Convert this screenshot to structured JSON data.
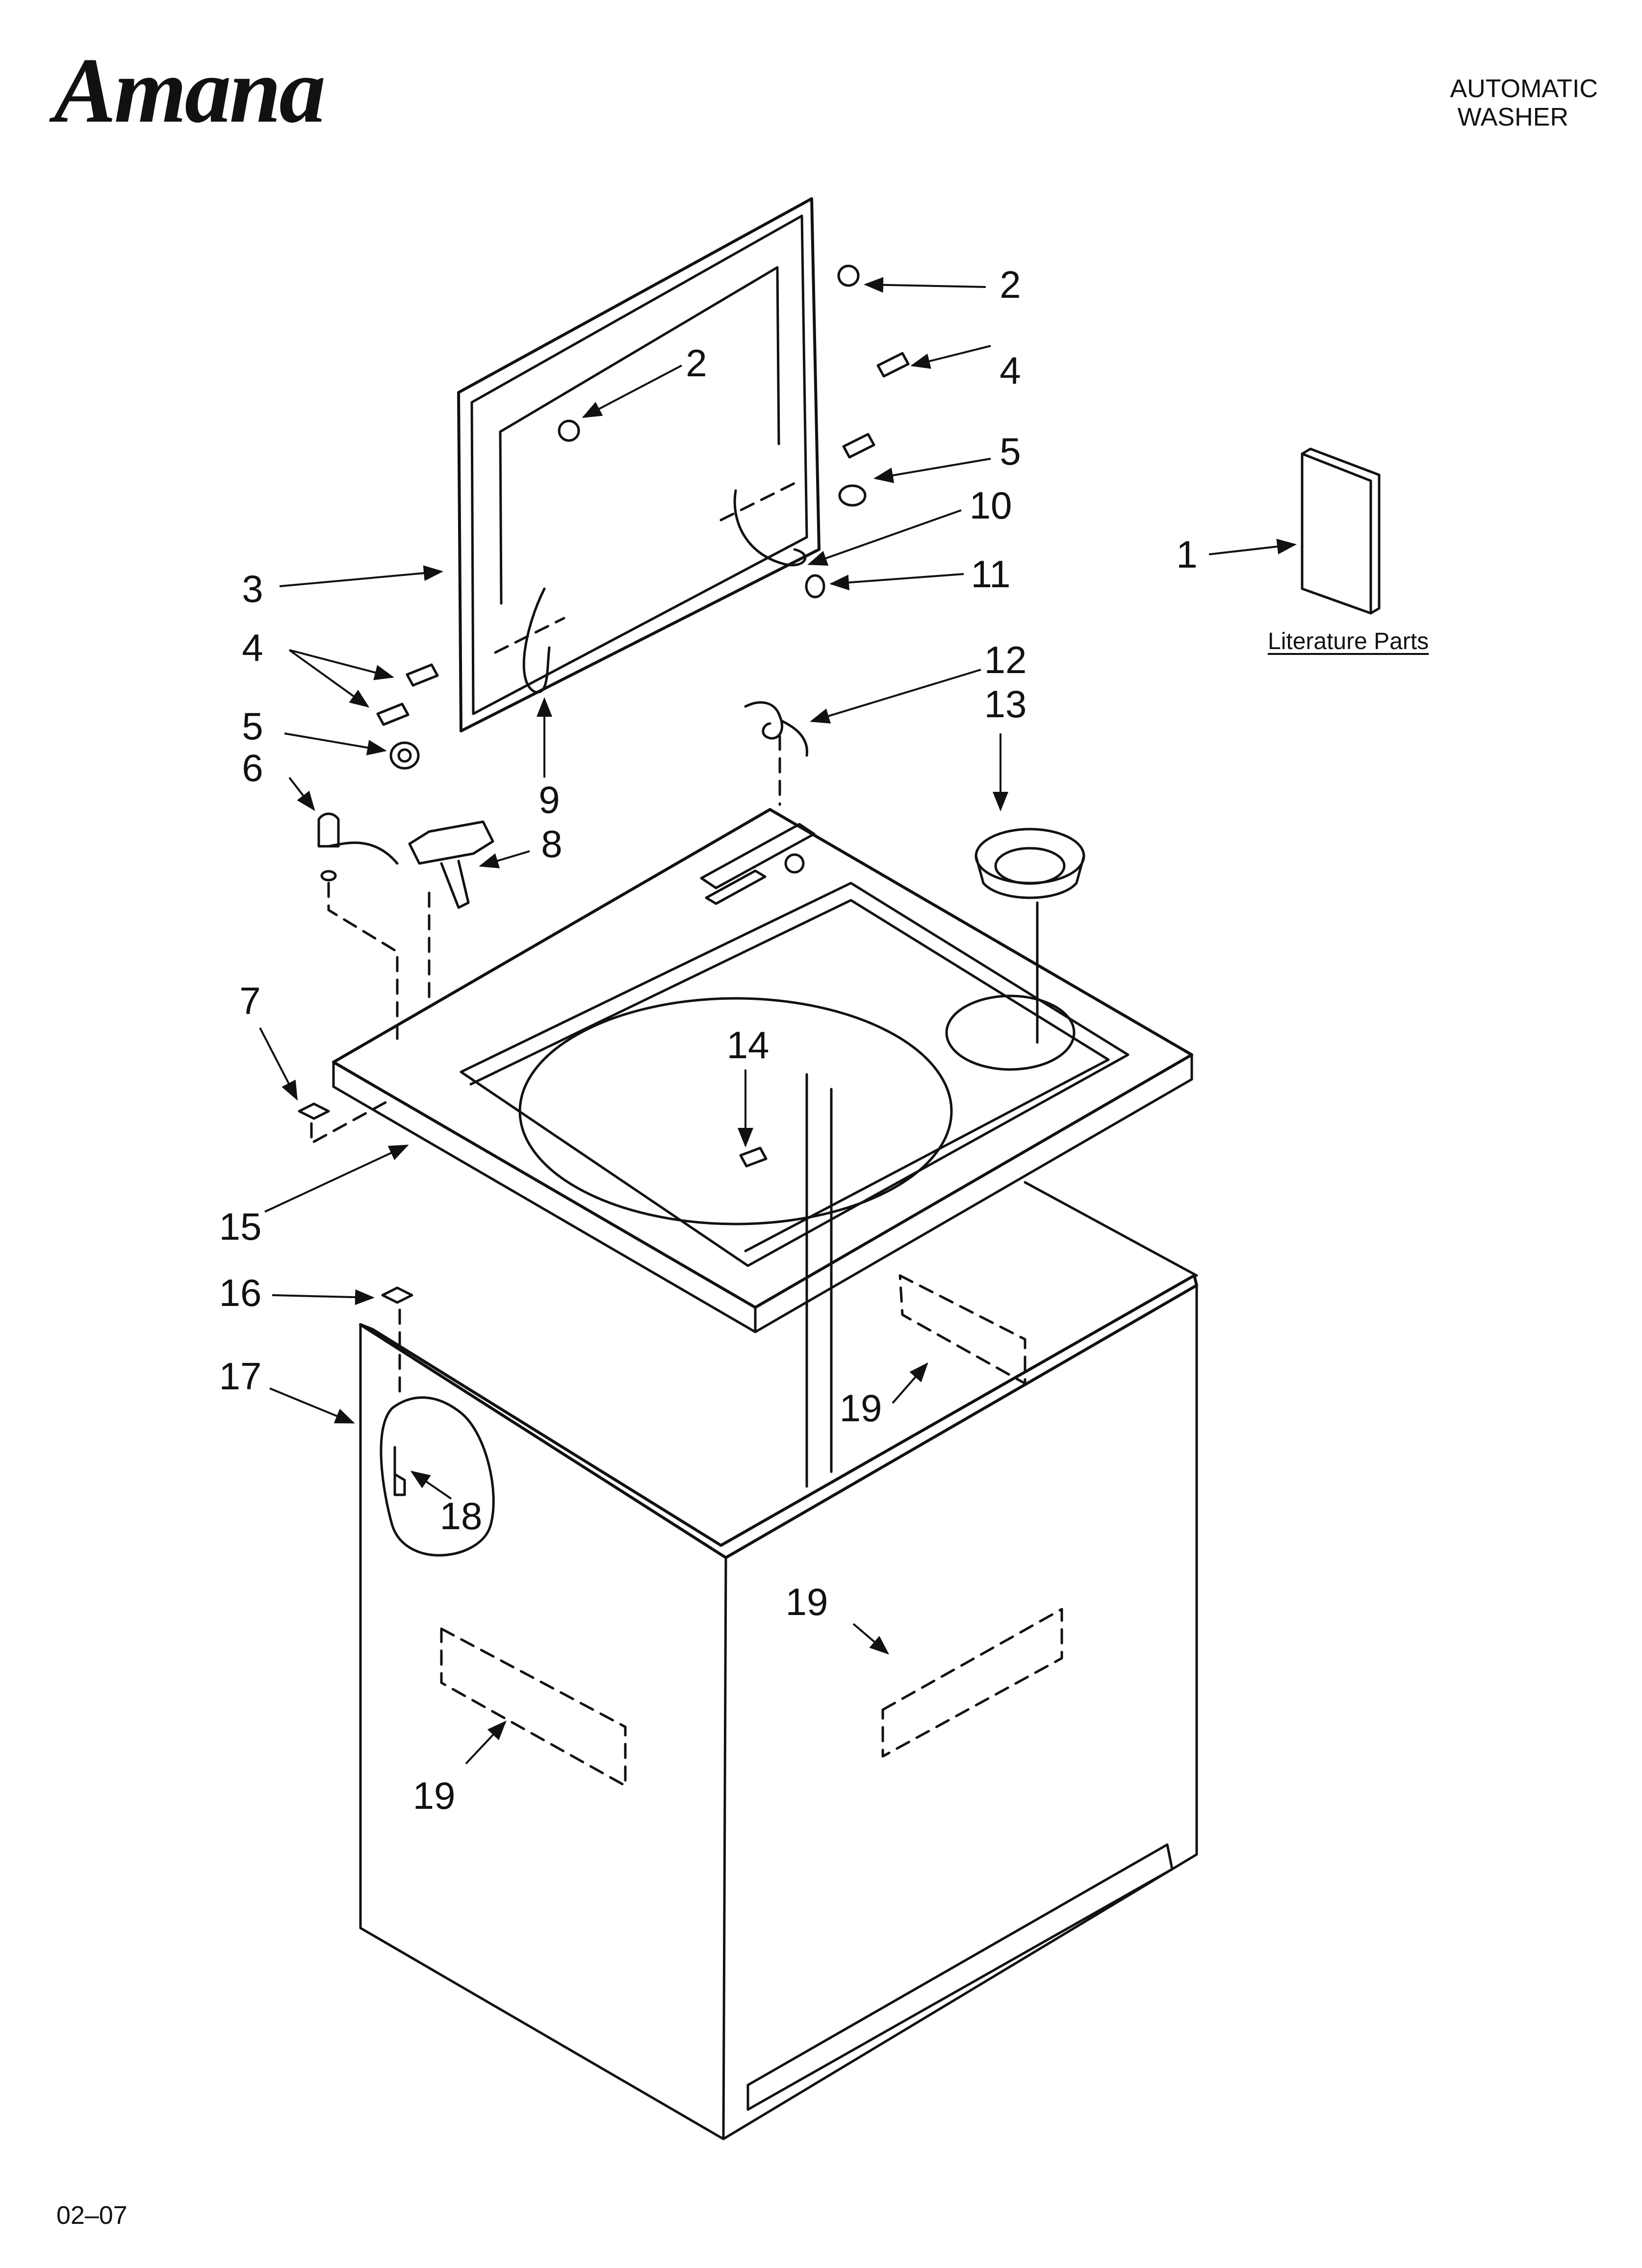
{
  "brand": "Amana",
  "header": {
    "line1": "AUTOMATIC",
    "line2": "WASHER"
  },
  "literature_label": "Literature Parts",
  "footer_code": "02–07",
  "callouts": {
    "c1": "1",
    "c2a": "2",
    "c2b": "2",
    "c3": "3",
    "c4a": "4",
    "c4b": "4",
    "c5a": "5",
    "c5b": "5",
    "c6": "6",
    "c7": "7",
    "c8": "8",
    "c9": "9",
    "c10": "10",
    "c11": "11",
    "c12": "12",
    "c13": "13",
    "c14": "14",
    "c15": "15",
    "c16": "16",
    "c17": "17",
    "c18": "18",
    "c19a": "19",
    "c19b": "19",
    "c19c": "19"
  }
}
